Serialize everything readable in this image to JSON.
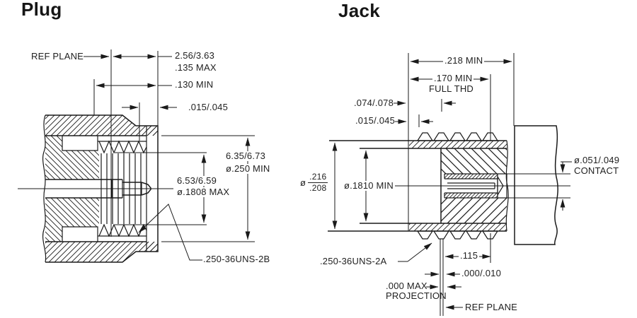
{
  "page": {
    "background": "#ffffff",
    "line_color": "#1a1a1a",
    "description": "Dimensional interface drawing of coaxial Plug and Jack connectors, cross-section views with dimension callouts"
  },
  "plug": {
    "title": "Plug",
    "labels": {
      "ref_plane": "REF PLANE",
      "dim_a1": "2.56/3.63",
      "dim_a2": ".135 MAX",
      "dim_b": ".130 MIN",
      "dim_c": ".015/.045",
      "dim_d1": "6.35/6.73",
      "dim_d2": "ø.250 MIN",
      "dim_e1": "6.53/6.59",
      "dim_e2": "ø.1808 MAX",
      "thread_callout": ".250-36UNS-2B"
    }
  },
  "jack": {
    "title": "Jack",
    "labels": {
      "dim_218": ".218 MIN",
      "dim_170": ".170 MIN",
      "full_thd": "FULL THD",
      "dim_074": ".074/.078",
      "dim_015": ".015/.045",
      "dia_symbol": "ø",
      "dia_outer_top": ".216",
      "dia_outer_bot": ".208",
      "dia_bore": "ø.1810 MIN",
      "contact_dia": "ø.051/.049",
      "contact_word": "CONTACT",
      "thread_callout": ".250-36UNS-2A",
      "dim_115": ".115",
      "dim_000_010": ".000/.010",
      "proj_1": ".000 MAX",
      "proj_2": "PROJECTION",
      "ref_plane": "REF PLANE"
    }
  }
}
